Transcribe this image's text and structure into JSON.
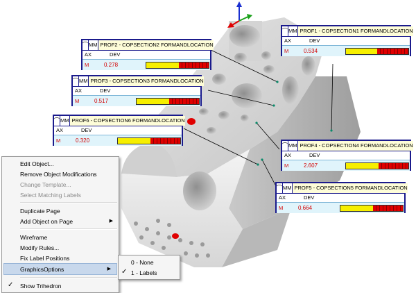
{
  "labels": [
    {
      "id": "prof2",
      "unit": "MM",
      "name": "PROF2 - COPSECTION2  FORMANDLOCATION",
      "ax_header": "AX",
      "dev_header": "DEV",
      "axis": "M",
      "value": "0.278"
    },
    {
      "id": "prof1",
      "unit": "MM",
      "name": "PROF1 - COPSECTION1  FORMANDLOCATION",
      "ax_header": "AX",
      "dev_header": "DEV",
      "axis": "M",
      "value": "0.534"
    },
    {
      "id": "prof3",
      "unit": "MM",
      "name": "PROF3 - COPSECTION3  FORMANDLOCATION",
      "ax_header": "AX",
      "dev_header": "DEV",
      "axis": "M",
      "value": "0.517"
    },
    {
      "id": "prof6",
      "unit": "MM",
      "name": "PROF6 - COPSECTION6  FORMANDLOCATION",
      "ax_header": "AX",
      "dev_header": "DEV",
      "axis": "M",
      "value": "0.320"
    },
    {
      "id": "prof4",
      "unit": "MM",
      "name": "PROF4 - COPSECTION4  FORMANDLOCATION",
      "ax_header": "AX",
      "dev_header": "DEV",
      "axis": "M",
      "value": "2.607"
    },
    {
      "id": "prof5",
      "unit": "MM",
      "name": "PROF5 - COPSECTION5  FORMANDLOCATION",
      "ax_header": "AX",
      "dev_header": "DEV",
      "axis": "M",
      "value": "0.664"
    }
  ],
  "menu": {
    "edit_object": "Edit Object...",
    "remove_mods": "Remove Object Modifications",
    "change_template": "Change Template...",
    "select_matching": "Select Matching Labels",
    "duplicate_page": "Duplicate Page",
    "add_object": "Add Object on Page",
    "wireframe": "Wireframe",
    "modify_rules": "Modify Rules...",
    "fix_label": "Fix Label Positions",
    "graphics_options": "GraphicsOptions",
    "show_trihedron": "Show Trihedron"
  },
  "submenu": {
    "none": "0 - None",
    "labels": "1 - Labels"
  },
  "colors": {
    "label_border": "#1a1a8c",
    "value_red": "#d40000",
    "bar_yellow": "#f6ef00",
    "bar_red": "#e00000"
  }
}
